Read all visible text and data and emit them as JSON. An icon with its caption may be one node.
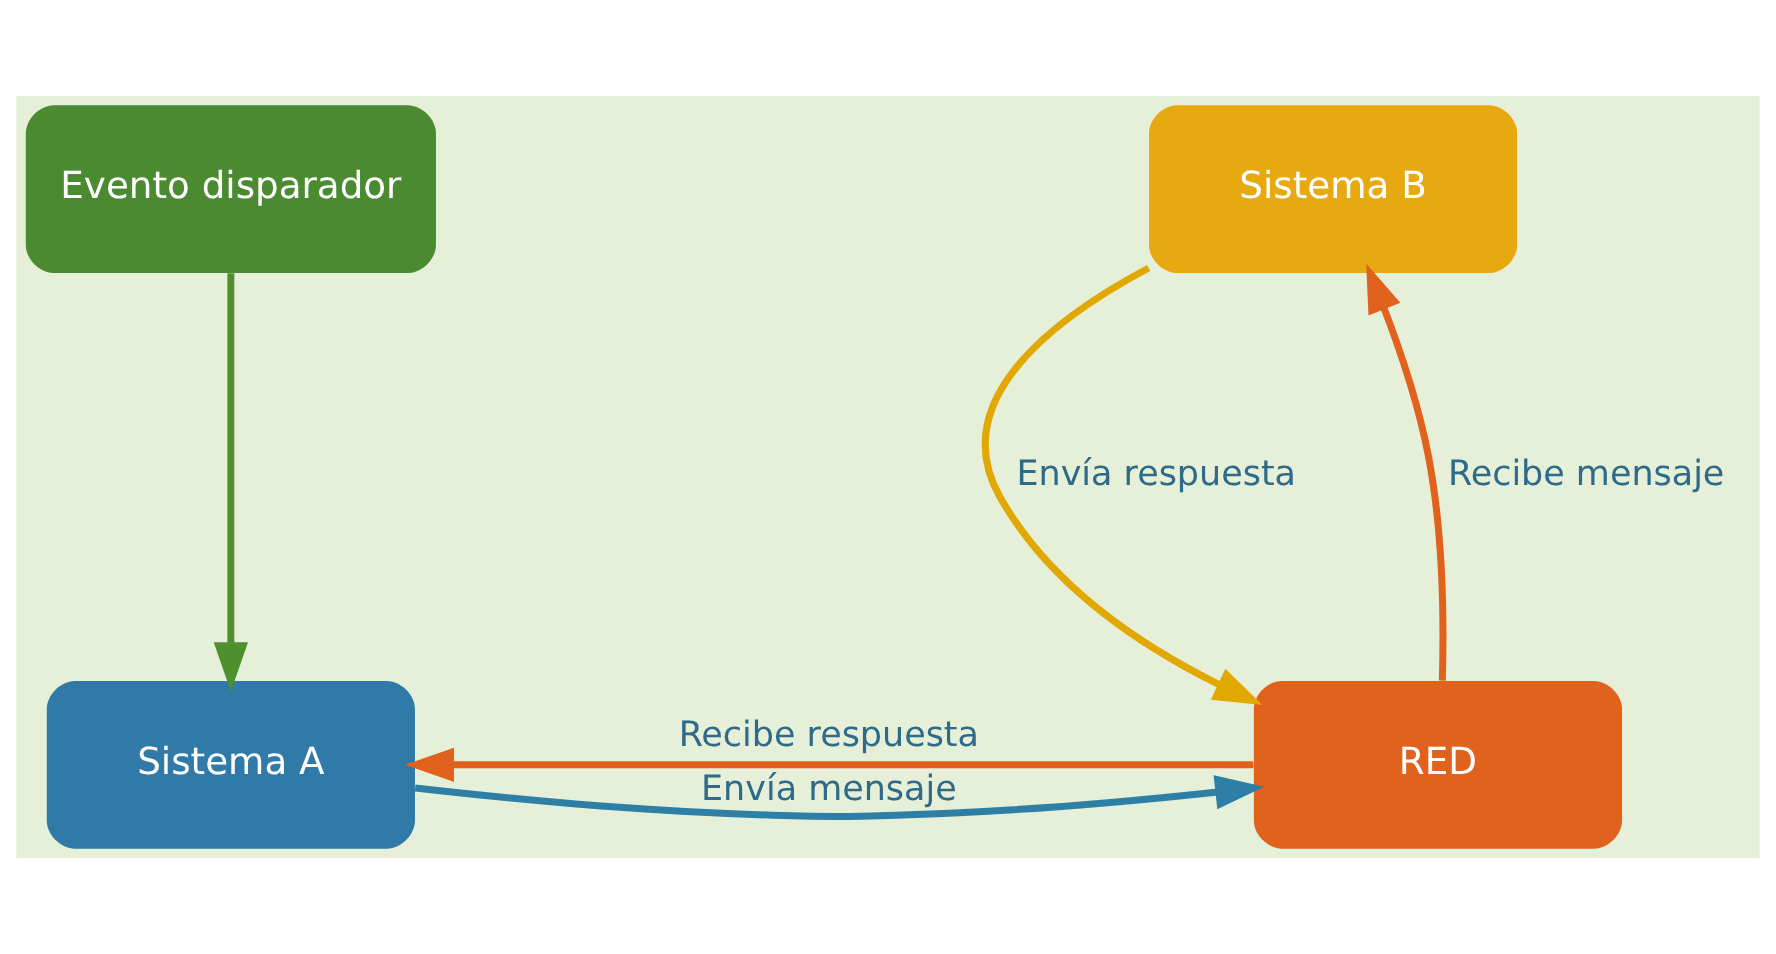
{
  "diagram": {
    "nodes": [
      {
        "text": [
          "Evento disparador"
        ]
      },
      {
        "text": [
          "Sistema B"
        ]
      },
      {
        "text": [
          "Sistema A"
        ]
      },
      {
        "text": [
          "RED"
        ]
      }
    ],
    "edges": [
      {
        "from": 0,
        "to": 2,
        "arrow": "to",
        "color": "#4e8f2e"
      },
      {
        "from": 2,
        "to": 3,
        "arrow": "to",
        "label": "Envía mensaje",
        "color": "#2e7fa6"
      },
      {
        "from": 3,
        "to": 2,
        "arrow": "to",
        "label": "Recibe respuesta",
        "color": "#e0621c"
      },
      {
        "from": 3,
        "to": 1,
        "arrow": "to",
        "label": "Recibe mensaje",
        "color": "#e0621c"
      },
      {
        "from": 1,
        "to": 3,
        "arrow": "to",
        "label": "Envía respuesta",
        "color": "#e0a800"
      }
    ]
  }
}
